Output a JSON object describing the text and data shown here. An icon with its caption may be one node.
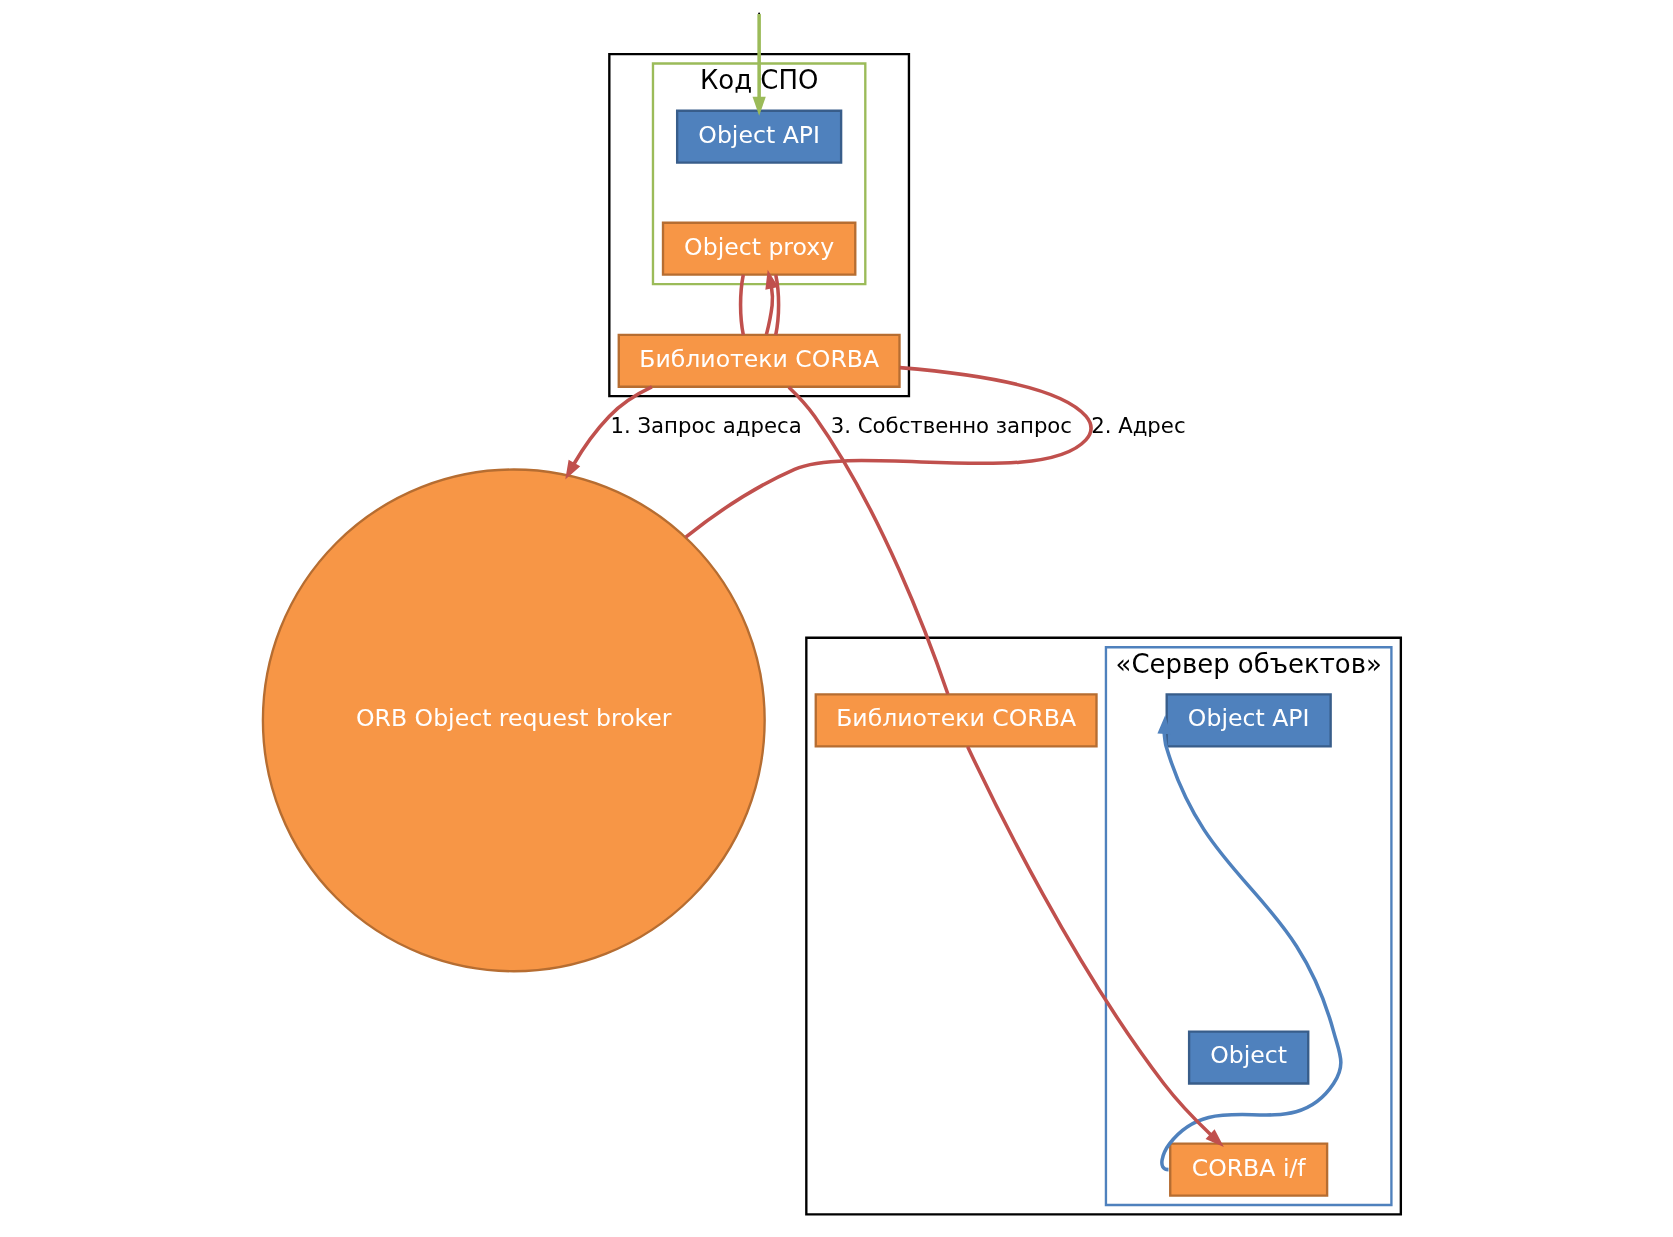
{
  "diagram": {
    "nodes": [
      {
        "text": [],
        "shape": "box"
      },
      {
        "text": [
          "Код СПО"
        ],
        "in": 0
      },
      {
        "text": [
          "Object API"
        ],
        "in": 1
      },
      {
        "text": [
          "Object proxy"
        ],
        "in": 1
      },
      {
        "text": [
          "Библиотеки CORBA"
        ],
        "in": 0
      },
      {
        "text": [
          "ORB Object request broker"
        ]
      },
      {
        "text": [],
        "shape": "box"
      },
      {
        "text": [
          "«Сервер объектов»"
        ],
        "in": 6
      },
      {
        "text": [
          "Object API"
        ],
        "in": 7
      },
      {
        "text": [
          "Object"
        ],
        "in": 7
      },
      {
        "text": [
          "CORBA i/f"
        ],
        "in": 7
      },
      {
        "text": [
          "Библиотеки CORBA"
        ],
        "in": 6
      }
    ],
    "edges": [
      {
        "from": null,
        "to": 2,
        "arrow": "to",
        "color": "#9bbb59"
      },
      {
        "from": 3,
        "to": 4,
        "arrow": "none"
      },
      {
        "from": 4,
        "to": 5,
        "arrow": "to",
        "label": "1. Запрос адреса"
      },
      {
        "from": 5,
        "to": 4,
        "arrow": "none",
        "label": "2. Адрес"
      },
      {
        "from": 4,
        "to": 3,
        "arrow": "to"
      },
      {
        "from": 3,
        "to": 4,
        "arrow": "none"
      },
      {
        "from": 4,
        "to": 11,
        "arrow": "none",
        "label": "3. Собственно запрос"
      },
      {
        "from": 11,
        "to": 10,
        "arrow": "to"
      },
      {
        "from": 10,
        "to": 8,
        "arrow": "to",
        "color": "#4f81bd"
      }
    ]
  }
}
